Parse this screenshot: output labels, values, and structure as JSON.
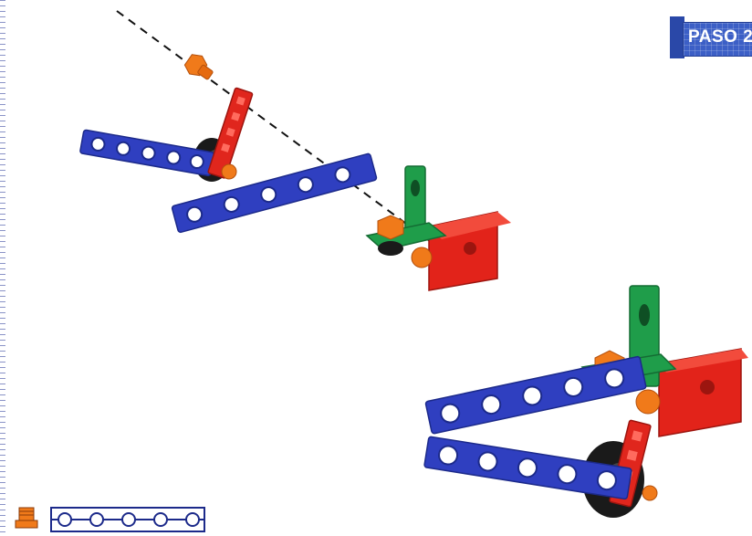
{
  "header": {
    "step_label": "PASO 2"
  },
  "colors": {
    "beam_blue": "#2f3fc0",
    "bracket_red": "#e0261d",
    "bracket_green": "#1f9d4a",
    "cube_red": "#e2231a",
    "bolt_orange": "#f07a1a",
    "wheel_black": "#1a1a1a",
    "badge_blue": "#3c5fc6"
  },
  "icons": {
    "bolt": "bolt-icon",
    "beam": "beam-icon"
  },
  "parts_legend": {
    "items": [
      {
        "icon": "bolt-icon",
        "part": "bolt"
      },
      {
        "icon": "beam-5-hole-icon",
        "part": "beam"
      }
    ]
  }
}
